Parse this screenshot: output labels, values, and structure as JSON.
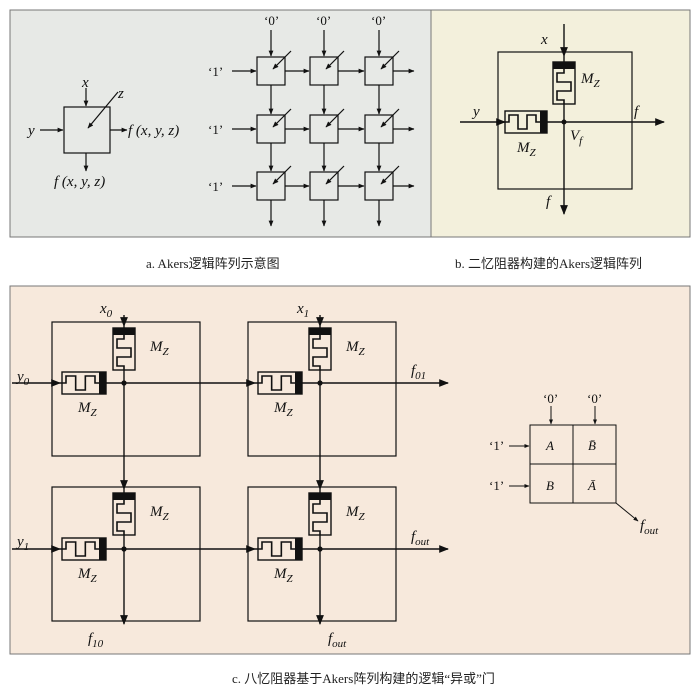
{
  "colors": {
    "panel_a_bg": "#e7e9e6",
    "panel_b_bg": "#f3f0dc",
    "panel_c_bg": "#f7e9dc",
    "stroke": "#111111"
  },
  "panel_a": {
    "caption": "a. Akers逻辑阵列示意图",
    "cell_inputs": {
      "x": "x",
      "y": "y",
      "z": "z"
    },
    "cell_output_right": "f (x, y, z)",
    "cell_output_bottom": "f (x, y, z)",
    "top_inputs": [
      "‘0’",
      "‘0’",
      "‘0’"
    ],
    "left_inputs": [
      "‘1’",
      "‘1’",
      "‘1’"
    ]
  },
  "panel_b": {
    "caption": "b. 二忆阻器构建的Akers逻辑阵列",
    "x": "x",
    "y": "y",
    "f_right": "f",
    "f_bottom": "f",
    "mem_top": "M",
    "mem_left": "M",
    "sub_z": "Z",
    "node": "V",
    "node_sub": "f"
  },
  "panel_c": {
    "caption": "c. 八忆阻器基于Akers阵列构建的逻辑“异或”门",
    "x0": "x",
    "x0_sub": "0",
    "x1": "x",
    "x1_sub": "1",
    "y0": "y",
    "y0_sub": "0",
    "y1": "y",
    "y1_sub": "1",
    "f01": "f",
    "f01_sub": "01",
    "fout_r": "f",
    "fout_sub": "out",
    "f10": "f",
    "f10_sub": "10",
    "fout_b": "f",
    "mem": "M",
    "mem_sub": "Z",
    "grid": {
      "top_inputs": [
        "‘0’",
        "‘0’"
      ],
      "left_inputs": [
        "‘1’",
        "‘1’"
      ],
      "cells": [
        "A",
        "B̄",
        "B",
        "Ā"
      ],
      "out": "f",
      "out_sub": "out"
    }
  }
}
